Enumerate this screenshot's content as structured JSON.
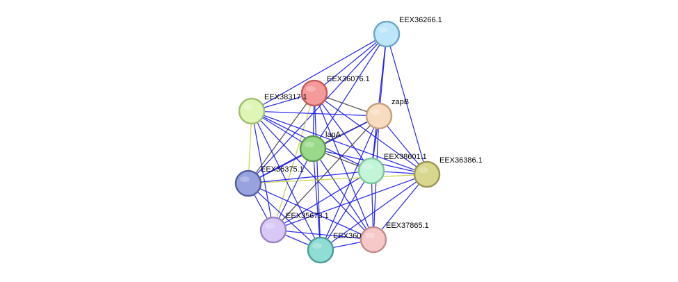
{
  "network": {
    "nodes": [
      {
        "id": "EEX36266",
        "label": "EEX36266.1",
        "fill": "#bde6fb",
        "stroke": "#6fa6c7"
      },
      {
        "id": "EEX36076",
        "label": "EEX36076.1",
        "fill": "#f59a9a",
        "stroke": "#c65b5b"
      },
      {
        "id": "EEX38317",
        "label": "EEX38317.1",
        "fill": "#dff5b6",
        "stroke": "#9fbf72"
      },
      {
        "id": "zapB",
        "label": "zapB",
        "fill": "#f8dcc0",
        "stroke": "#c4a27c"
      },
      {
        "id": "lapA",
        "label": "lapA",
        "fill": "#9ad98a",
        "stroke": "#5f9c52"
      },
      {
        "id": "EEX38601",
        "label": "EEX38601.1",
        "fill": "#c2f5d8",
        "stroke": "#7fc59f"
      },
      {
        "id": "EEX36386",
        "label": "EEX36386.1",
        "fill": "#d9d68e",
        "stroke": "#9c9855"
      },
      {
        "id": "EEX36375",
        "label": "EEX36375.1",
        "fill": "#98a2de",
        "stroke": "#5662a0"
      },
      {
        "id": "EEX35673",
        "label": "EEX35673.1",
        "fill": "#d8c8f6",
        "stroke": "#9a85c2"
      },
      {
        "id": "EEX360",
        "label": "EEX360",
        "fill": "#90ddd6",
        "stroke": "#4e9e97"
      },
      {
        "id": "EEX37865",
        "label": "EEX37865.1",
        "fill": "#f7c8c8",
        "stroke": "#c28d8d"
      }
    ],
    "edges": [
      {
        "source": "EEX36266",
        "target": "EEX36076",
        "color": "#1a1aee"
      },
      {
        "source": "EEX36266",
        "target": "EEX38317",
        "color": "#1a1aee"
      },
      {
        "source": "EEX36266",
        "target": "zapB",
        "color": "#1a1aee"
      },
      {
        "source": "EEX36266",
        "target": "lapA",
        "color": "#1a1aee"
      },
      {
        "source": "EEX36266",
        "target": "EEX38601",
        "color": "#1a1aee"
      },
      {
        "source": "EEX36266",
        "target": "EEX36386",
        "color": "#1a1aee"
      },
      {
        "source": "EEX36266",
        "target": "EEX36375",
        "color": "#1a1aee"
      },
      {
        "source": "EEX36076",
        "target": "EEX38317",
        "color": "#1a1aee"
      },
      {
        "source": "EEX36076",
        "target": "zapB",
        "color": "#444444"
      },
      {
        "source": "EEX36076",
        "target": "lapA",
        "color": "#1a1aee"
      },
      {
        "source": "EEX36076",
        "target": "EEX38601",
        "color": "#1a1aee"
      },
      {
        "source": "EEX36076",
        "target": "EEX36386",
        "color": "#1a1aee"
      },
      {
        "source": "EEX36076",
        "target": "EEX36375",
        "color": "#444444"
      },
      {
        "source": "EEX36076",
        "target": "EEX35673",
        "color": "#c8d23a"
      },
      {
        "source": "EEX36076",
        "target": "EEX360",
        "color": "#1a1aee"
      },
      {
        "source": "EEX36076",
        "target": "EEX37865",
        "color": "#1a1aee"
      },
      {
        "source": "EEX38317",
        "target": "zapB",
        "color": "#1a1aee"
      },
      {
        "source": "EEX38317",
        "target": "lapA",
        "color": "#1a1aee"
      },
      {
        "source": "EEX38317",
        "target": "EEX38601",
        "color": "#1a1aee"
      },
      {
        "source": "EEX38317",
        "target": "EEX36386",
        "color": "#1a1aee"
      },
      {
        "source": "EEX38317",
        "target": "EEX36375",
        "color": "#c8d23a"
      },
      {
        "source": "EEX38317",
        "target": "EEX35673",
        "color": "#1a1aee"
      },
      {
        "source": "EEX38317",
        "target": "EEX360",
        "color": "#1a1aee"
      },
      {
        "source": "EEX38317",
        "target": "EEX37865",
        "color": "#1a1aee"
      },
      {
        "source": "zapB",
        "target": "lapA",
        "color": "#444444"
      },
      {
        "source": "zapB",
        "target": "EEX38601",
        "color": "#1a1aee"
      },
      {
        "source": "zapB",
        "target": "EEX36386",
        "color": "#1a1aee"
      },
      {
        "source": "zapB",
        "target": "EEX36375",
        "color": "#1a1aee"
      },
      {
        "source": "zapB",
        "target": "EEX35673",
        "color": "#444444"
      },
      {
        "source": "zapB",
        "target": "EEX360",
        "color": "#1a1aee"
      },
      {
        "source": "zapB",
        "target": "EEX37865",
        "color": "#1a1aee"
      },
      {
        "source": "lapA",
        "target": "EEX38601",
        "color": "#444444"
      },
      {
        "source": "lapA",
        "target": "EEX36386",
        "color": "#1a1aee"
      },
      {
        "source": "lapA",
        "target": "EEX36375",
        "color": "#1a1aee"
      },
      {
        "source": "lapA",
        "target": "EEX35673",
        "color": "#1a1aee"
      },
      {
        "source": "lapA",
        "target": "EEX360",
        "color": "#1a1aee"
      },
      {
        "source": "lapA",
        "target": "EEX37865",
        "color": "#1a1aee"
      },
      {
        "source": "EEX38601",
        "target": "EEX36386",
        "color": "#1a1aee"
      },
      {
        "source": "EEX38601",
        "target": "EEX36375",
        "color": "#1a1aee"
      },
      {
        "source": "EEX38601",
        "target": "EEX35673",
        "color": "#1a1aee"
      },
      {
        "source": "EEX38601",
        "target": "EEX360",
        "color": "#1a1aee"
      },
      {
        "source": "EEX38601",
        "target": "EEX37865",
        "color": "#1a1aee"
      },
      {
        "source": "EEX36386",
        "target": "EEX36375",
        "color": "#c8d23a"
      },
      {
        "source": "EEX36386",
        "target": "EEX360",
        "color": "#1a1aee"
      },
      {
        "source": "EEX36386",
        "target": "EEX37865",
        "color": "#1a1aee"
      },
      {
        "source": "EEX36386",
        "target": "EEX35673",
        "color": "#1a1aee"
      },
      {
        "source": "EEX36375",
        "target": "EEX35673",
        "color": "#1a1aee"
      },
      {
        "source": "EEX36375",
        "target": "EEX360",
        "color": "#1a1aee"
      },
      {
        "source": "EEX36375",
        "target": "EEX37865",
        "color": "#1a1aee"
      },
      {
        "source": "EEX35673",
        "target": "EEX360",
        "color": "#1a1aee"
      },
      {
        "source": "EEX35673",
        "target": "EEX37865",
        "color": "#1a1aee"
      },
      {
        "source": "EEX360",
        "target": "EEX37865",
        "color": "#1a1aee"
      }
    ]
  }
}
